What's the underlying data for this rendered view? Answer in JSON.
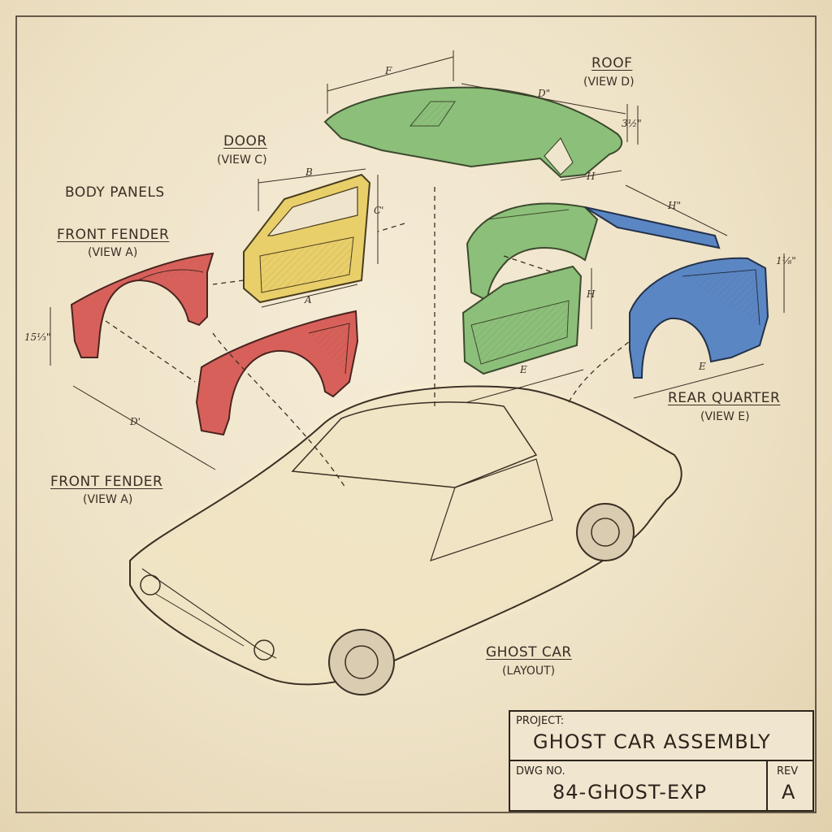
{
  "labels": {
    "body_panels": "BODY PANELS",
    "door": "DOOR",
    "door_view": "(VIEW C)",
    "roof": "ROOF",
    "roof_view": "(VIEW D)",
    "front_fender_top": "FRONT FENDER",
    "front_fender_top_view": "(VIEW A)",
    "front_fender_bottom": "FRONT FENDER",
    "front_fender_bottom_view": "(VIEW A)",
    "rear_quarter": "REAR QUARTER",
    "rear_quarter_view": "(VIEW E)",
    "ghost_car": "GHOST CAR",
    "ghost_car_view": "(LAYOUT)"
  },
  "dimensions": {
    "f": "F",
    "d_roof": "D\"",
    "roof_height": "3½\"",
    "h_roof": "H",
    "b": "B",
    "c": "C'",
    "a": "A",
    "h_quarter": "H\"",
    "quarter_height": "1⅛\"",
    "h_door": "H",
    "e_door": "E",
    "e_quarter": "E",
    "fender_height": "15⅓\"",
    "fender_length": "D'"
  },
  "title_block": {
    "project_label": "PROJECT:",
    "project_name": "GHOST CAR ASSEMBLY",
    "dwg_label": "DWG NO.",
    "dwg_number": "84-GHOST-EXP",
    "rev_label": "REV",
    "rev_value": "A"
  }
}
